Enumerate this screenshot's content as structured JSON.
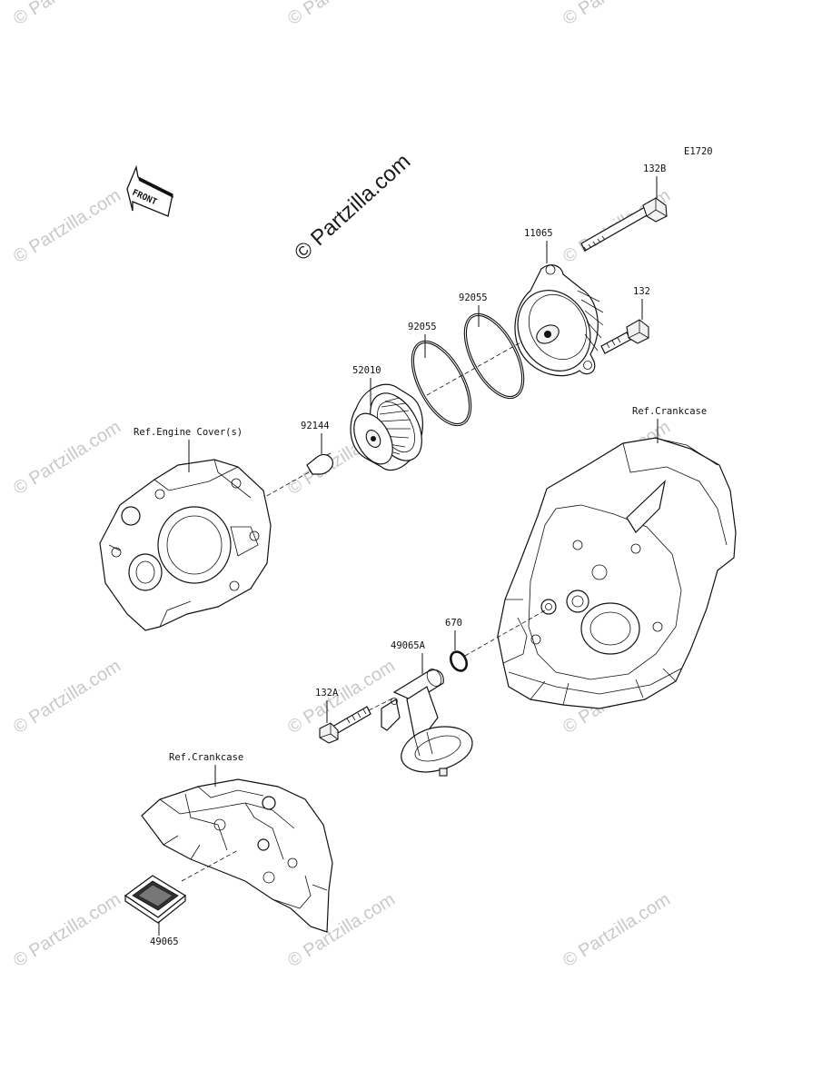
{
  "diagram_code": "E1720",
  "front_label": "FRONT",
  "watermark_main": "© Partzilla.com",
  "watermark_tile": "© Partzilla.com",
  "labels": {
    "p132B": "132B",
    "p11065": "11065",
    "p132": "132",
    "p92055a": "92055",
    "p92055b": "92055",
    "p52010": "52010",
    "p92144": "92144",
    "ref_engine_cover": "Ref.Engine Cover(s)",
    "ref_crankcase_right": "Ref.Crankcase",
    "p670": "670",
    "p49065A": "49065A",
    "p132A": "132A",
    "ref_crankcase_lower": "Ref.Crankcase",
    "p49065": "49065"
  },
  "colors": {
    "line": "#111111",
    "watermark": "#c9c9c9"
  }
}
